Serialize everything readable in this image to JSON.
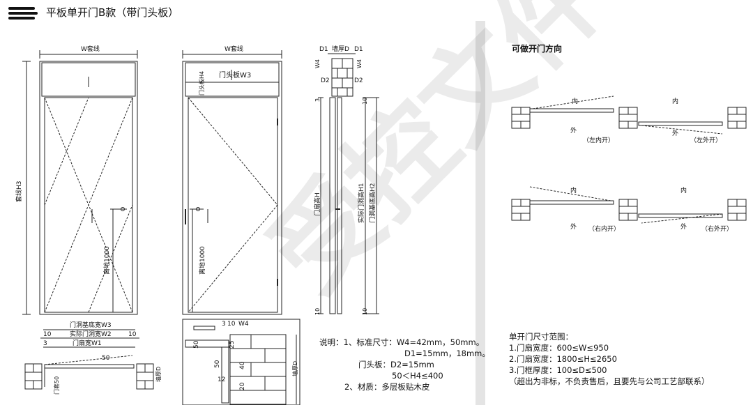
{
  "header": {
    "title": "平板单开门B款（带门头板）"
  },
  "watermark": "受控文件",
  "front_view_left": {
    "width_label": "W套线",
    "height_label": "套线H3",
    "handle_height_label": "离地1000"
  },
  "front_view_right": {
    "width_label": "W套线",
    "header_board_label": "门头板W3",
    "header_board_height_label": "门头板H4",
    "handle_height_label": "离地1000"
  },
  "side_section": {
    "wall_thickness_label": "墙厚D",
    "d1_left": "D1",
    "d1_right": "D1",
    "d2_left": "D2",
    "d2_right": "D2",
    "top_gap": "3",
    "top_gap_right": "10",
    "bottom_gap": "10",
    "bottom_gap_right": "10",
    "leaf_height_label": "门扇高H",
    "actual_opening_label": "实际门洞高H1",
    "base_opening_label": "门洞基底高H2",
    "w4_left": "W4",
    "w4_right": "W4"
  },
  "plan_section": {
    "base_width_label": "门洞基底宽W3",
    "actual_width_label": "实际门洞宽W2",
    "leaf_width_label": "门扇宽W1",
    "dim_10_left": "10",
    "dim_10_right": "10",
    "dim_3": "3",
    "dim_50": "50",
    "frame_50_label": "门套50",
    "wall_thickness_label": "墙厚D"
  },
  "detail_section": {
    "dims": [
      "3",
      "10",
      "W4",
      "50",
      "25",
      "50",
      "40",
      "12",
      "20"
    ],
    "wall_label": "墙厚D"
  },
  "notes_left": {
    "line1": "说明：1、标准尺寸：W4=42mm，50mm。",
    "line2": "D1=15mm，18mm。",
    "line3": "门头板：D2=15mm",
    "line4": "50＜H4≤400",
    "line5": "2、材质：多层板贴木皮"
  },
  "opening_direction": {
    "title": "可做开门方向",
    "inside": "内",
    "outside": "外",
    "left_inward": "（左内开）",
    "left_outward": "（左外开）",
    "right_inward": "（右内开）",
    "right_outward": "（右外开）"
  },
  "size_range": {
    "title": "单开门尺寸范围：",
    "item1": "1.门扇宽度：600≤W≤950",
    "item2": "2.门扇宽度：1800≤H≤2650",
    "item3": "3.门框厚度：100≤D≤500",
    "note": "（超出为非标，不负责售后，且要先与公司工艺部联系）"
  }
}
